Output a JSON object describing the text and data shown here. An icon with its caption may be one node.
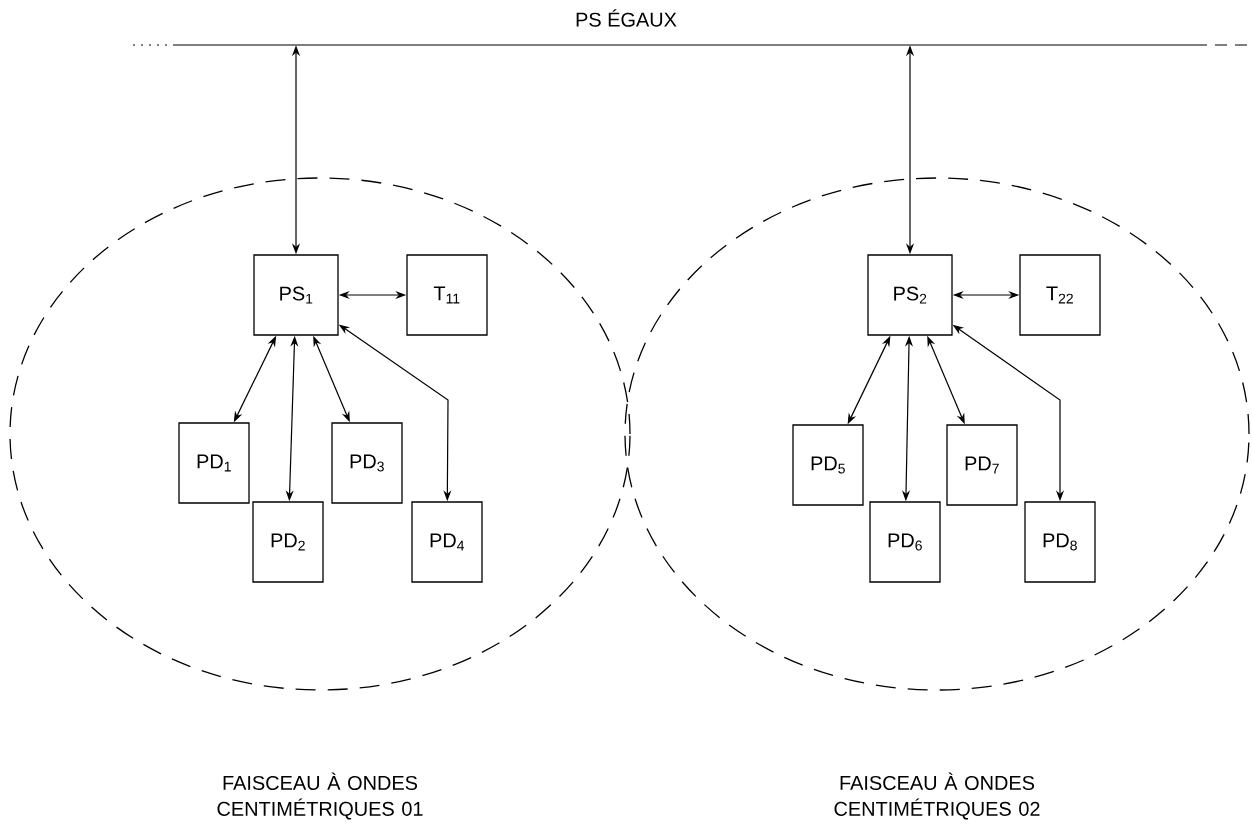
{
  "diagram": {
    "nodes": [
      {
        "text": [
          "PS ÉGAUX"
        ]
      },
      {
        "text": [
          "FAISCEAU À ONDES CENTIMÉTRIQUES 01"
        ]
      },
      {
        "text": [
          "FAISCEAU À ONDES CENTIMÉTRIQUES 02"
        ]
      },
      {
        "text": [
          "PS$_{1}$"
        ],
        "in": 1
      },
      {
        "text": [
          "T$_{11}$"
        ],
        "in": 1
      },
      {
        "text": [
          "PD$_{1}$"
        ],
        "in": 1
      },
      {
        "text": [
          "PD$_{2}$"
        ],
        "in": 1
      },
      {
        "text": [
          "PD$_{3}$"
        ],
        "in": 1
      },
      {
        "text": [
          "PD$_{4}$"
        ],
        "in": 1
      },
      {
        "text": [
          "PS$_{2}$"
        ],
        "in": 2
      },
      {
        "text": [
          "T$_{22}$"
        ],
        "in": 2
      },
      {
        "text": [
          "PD$_{5}$"
        ],
        "in": 2
      },
      {
        "text": [
          "PD$_{6}$"
        ],
        "in": 2
      },
      {
        "text": [
          "PD$_{7}$"
        ],
        "in": 2
      },
      {
        "text": [
          "PD$_{8}$"
        ],
        "in": 2
      }
    ],
    "edges": [
      {
        "from": 0,
        "to": 3,
        "arrow": "both"
      },
      {
        "from": 3,
        "to": 4,
        "arrow": "both"
      },
      {
        "from": 3,
        "to": 5,
        "arrow": "both"
      },
      {
        "from": 3,
        "to": 6,
        "arrow": "both"
      },
      {
        "from": 3,
        "to": 7,
        "arrow": "both"
      },
      {
        "from": 3,
        "to": 8,
        "arrow": "both"
      },
      {
        "from": 0,
        "to": 9,
        "arrow": "both"
      },
      {
        "from": 9,
        "to": 10,
        "arrow": "both"
      },
      {
        "from": 9,
        "to": 11,
        "arrow": "both"
      },
      {
        "from": 9,
        "to": 12,
        "arrow": "both"
      },
      {
        "from": 9,
        "to": 13,
        "arrow": "both"
      },
      {
        "from": 9,
        "to": 14,
        "arrow": "both"
      }
    ]
  }
}
